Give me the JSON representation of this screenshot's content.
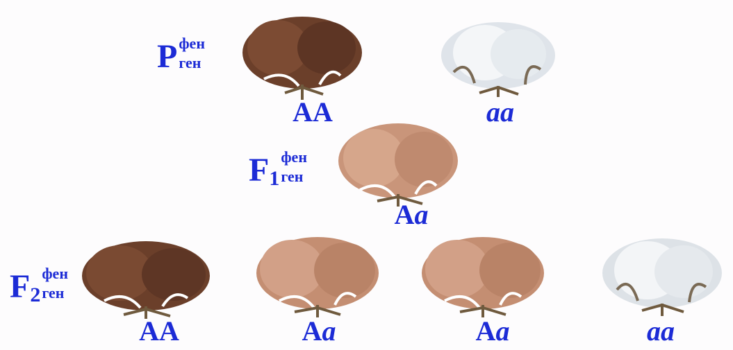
{
  "generations": {
    "p": {
      "letter": "P",
      "number": "",
      "sup": "фен",
      "sub": "ген"
    },
    "f1": {
      "letter": "F",
      "number": "1",
      "sup": "фен",
      "sub": "ген"
    },
    "f2": {
      "letter": "F",
      "number": "2",
      "sup": "фен",
      "sub": "ген"
    }
  },
  "genotypes": {
    "p_dark": {
      "dom": "AA",
      "rec": ""
    },
    "p_white": {
      "dom": "",
      "rec": "aa"
    },
    "f1_mid": {
      "dom": "A",
      "rec": "a"
    },
    "f2_dark": {
      "dom": "AA",
      "rec": ""
    },
    "f2_mid_1": {
      "dom": "A",
      "rec": "a"
    },
    "f2_mid_2": {
      "dom": "A",
      "rec": "a"
    },
    "f2_white": {
      "dom": "",
      "rec": "aa"
    }
  },
  "colors": {
    "label_blue": "#1c2bd6",
    "boll_dark": "#6b3f2a",
    "boll_mid": "#c9957a",
    "boll_white": "#eef0f2",
    "stem": "#6f5a3e"
  }
}
